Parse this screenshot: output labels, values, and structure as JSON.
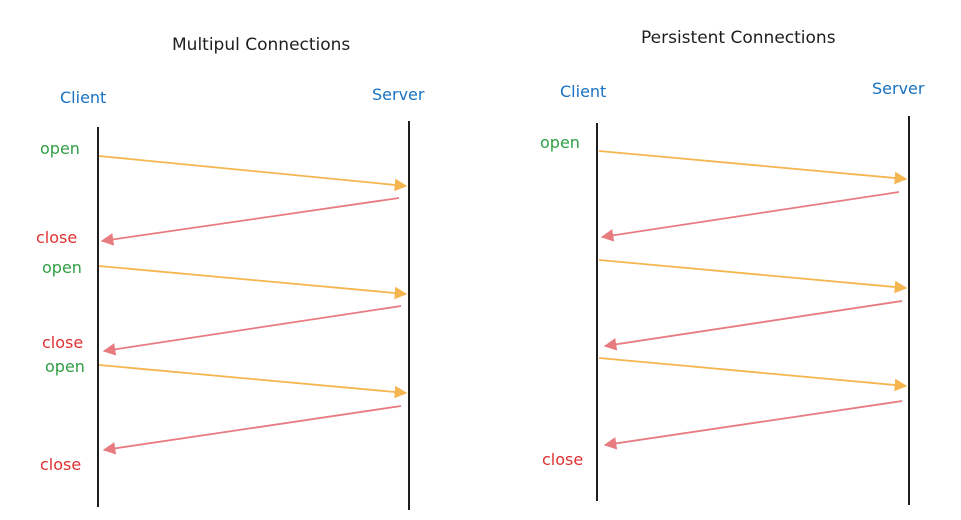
{
  "left": {
    "title": "Multipul Connections",
    "client": "Client",
    "server": "Server",
    "labels": [
      "open",
      "close",
      "open",
      "close",
      "open",
      "close"
    ]
  },
  "right": {
    "title": "Persistent Connections",
    "client": "Client",
    "server": "Server",
    "labels": [
      "open",
      "close"
    ]
  },
  "colors": {
    "actor": "#1971c2",
    "open": "#2f9e44",
    "close": "#e03131",
    "request_arrow": "#f5b54f",
    "response_arrow": "#e77b80",
    "lifeline": "#1e1e1e"
  }
}
